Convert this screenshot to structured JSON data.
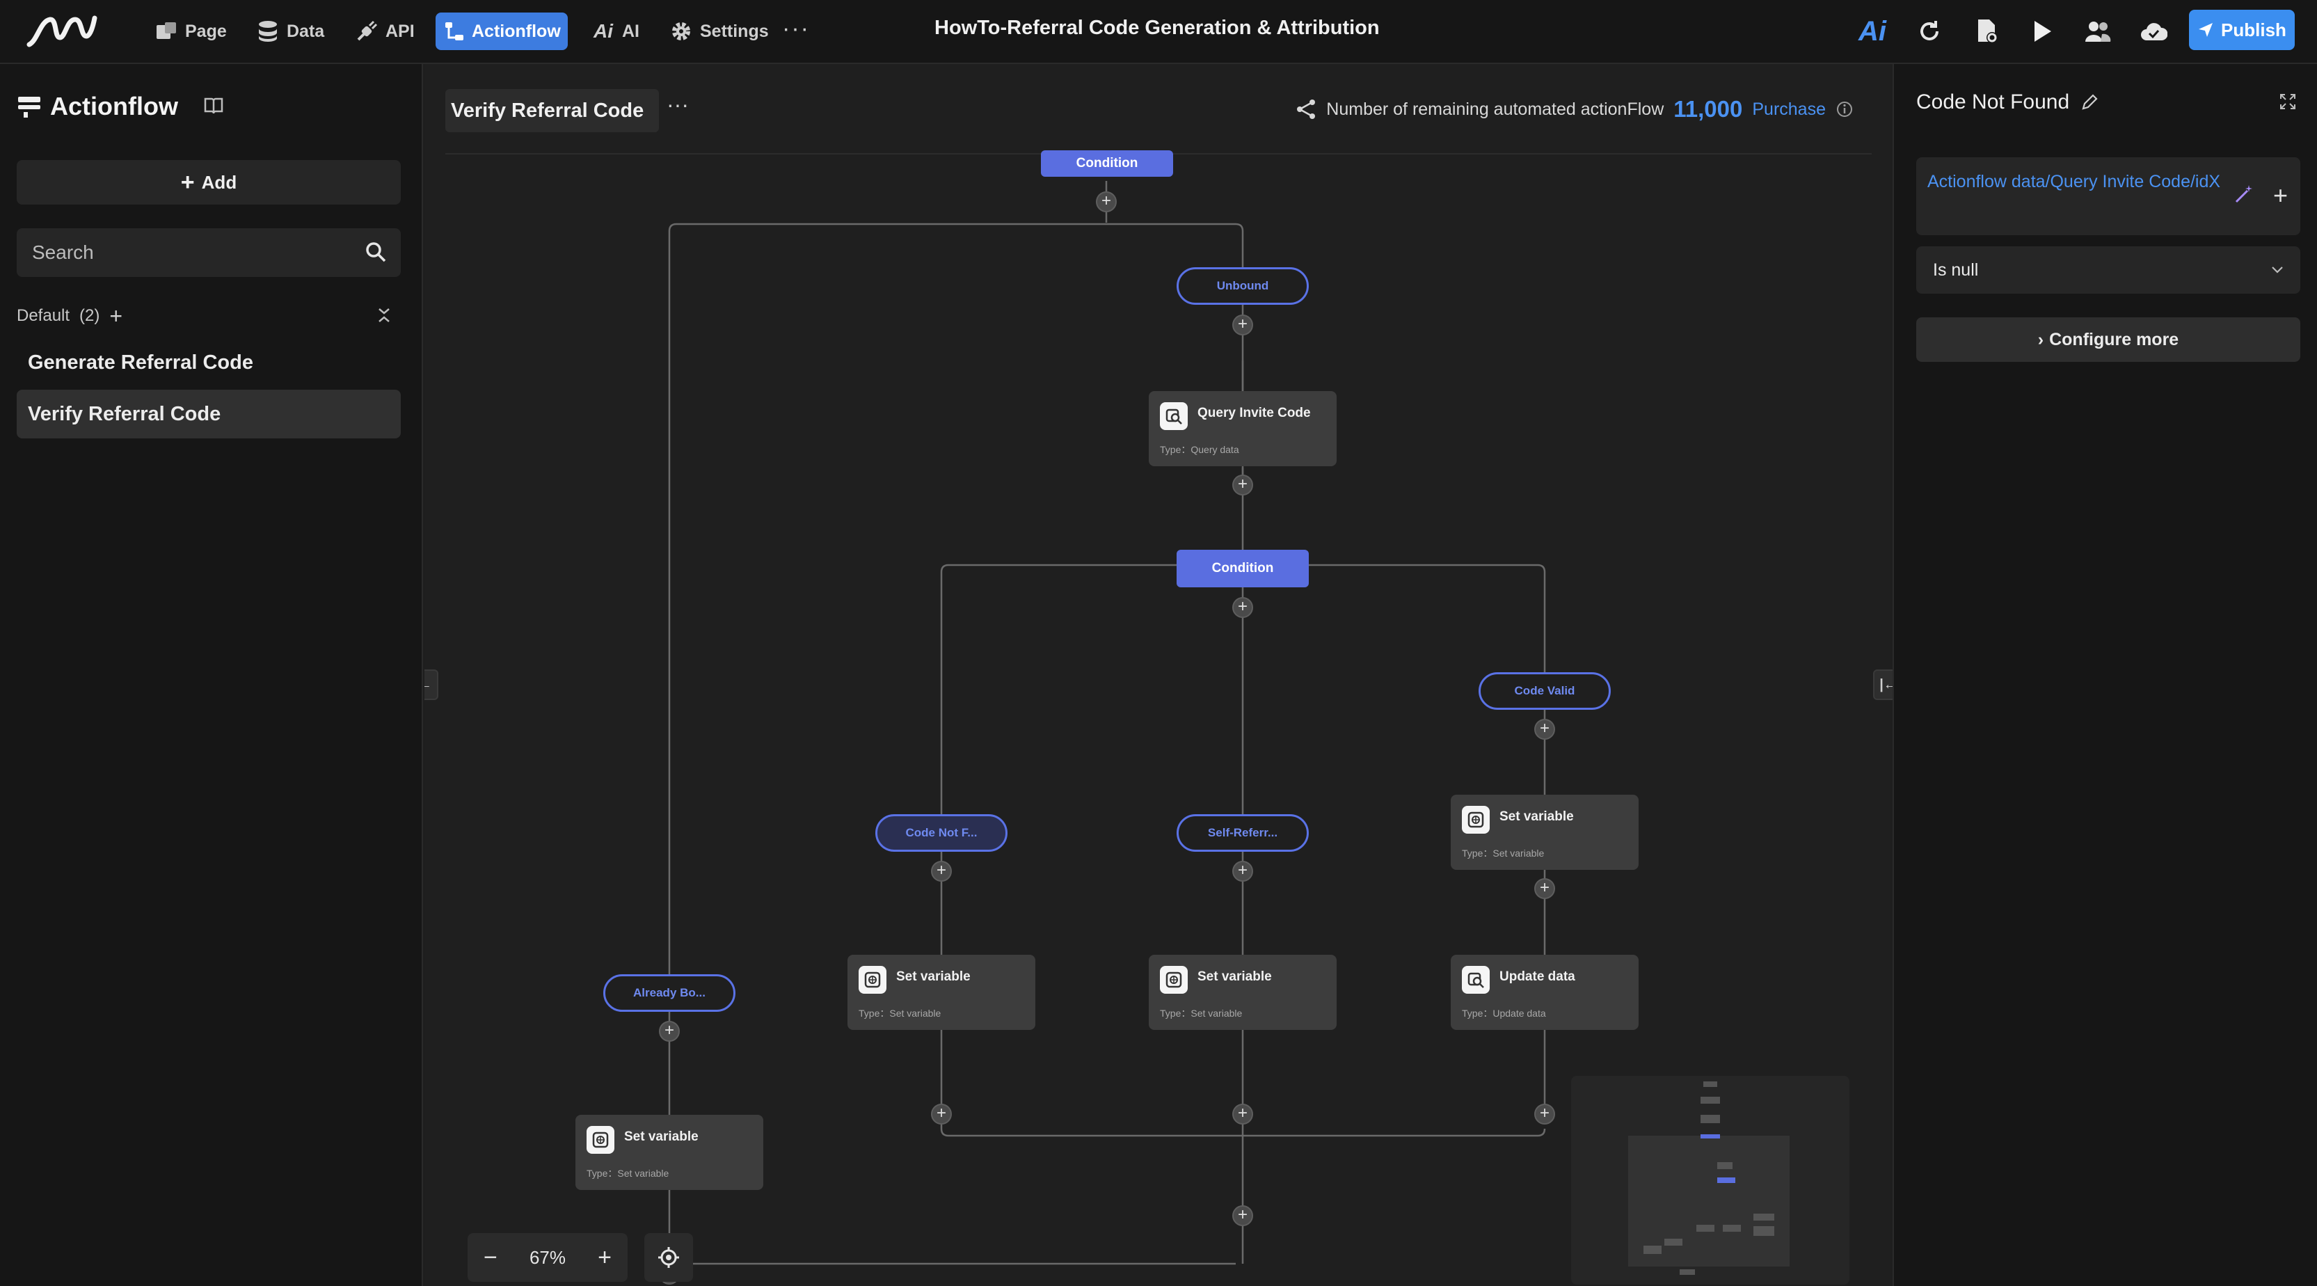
{
  "topbar": {
    "nav": [
      {
        "label": "Page",
        "icon": "page-icon"
      },
      {
        "label": "Data",
        "icon": "database-icon"
      },
      {
        "label": "API",
        "icon": "plug-icon"
      },
      {
        "label": "Actionflow",
        "icon": "flow-icon",
        "active": true
      },
      {
        "label": "AI",
        "icon": "ai-icon"
      },
      {
        "label": "Settings",
        "icon": "gear-icon"
      }
    ],
    "more": "···",
    "title": "HowTo-Referral Code Generation & Attribution",
    "publish_label": "Publish"
  },
  "left_panel": {
    "title": "Actionflow",
    "add_label": "Add",
    "search_placeholder": "Search",
    "group_name": "Default",
    "group_count": "(2)",
    "flows": [
      "Generate Referral Code",
      "Verify Referral Code"
    ],
    "selected_index": 1
  },
  "canvas": {
    "tab_label": "Verify Referral Code",
    "tab_more": "···",
    "remaining_label": "Number of remaining automated actionFlow",
    "remaining_count": "11,000",
    "purchase_label": "Purchase",
    "zoom_level": "67%",
    "nodes": {
      "top_condition": "Condition",
      "unbound": "Unbound",
      "query_title": "Query Invite Code",
      "query_type": "Type：Query data",
      "condition": "Condition",
      "code_valid": "Code Valid",
      "code_not_found": "Code Not F...",
      "self_referral": "Self-Referr...",
      "already_bound": "Already Bo...",
      "set_variable": "Set variable",
      "set_variable_type": "Type：Set variable",
      "update_data": "Update data",
      "update_data_type": "Type：Update data"
    }
  },
  "right_panel": {
    "title": "Code Not Found",
    "condition_path": "Actionflow data/Query Invite Code/idX",
    "operator": "Is null",
    "configure_label": "Configure more"
  },
  "colors": {
    "accent": "#3d7ce0",
    "publish": "#3b8ef0",
    "condition_fill": "#5a6ee0",
    "branch_outline": "#5a72e6",
    "link": "#4b92f2"
  }
}
